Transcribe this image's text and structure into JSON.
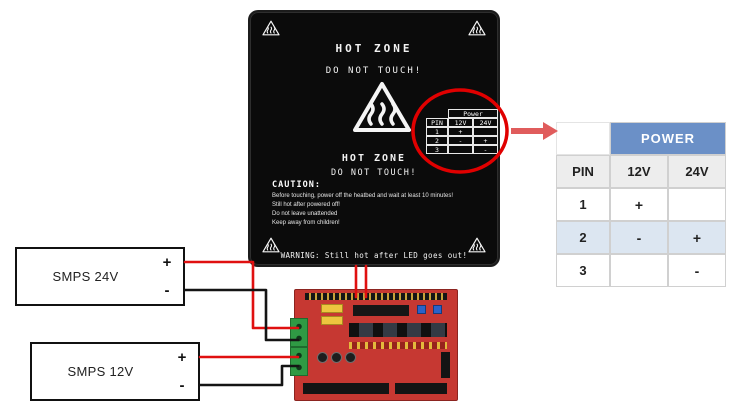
{
  "heatbed": {
    "hot_zone_top": "HOT ZONE",
    "do_not_touch_top": "DO NOT TOUCH!",
    "hot_zone_bottom": "HOT ZONE",
    "do_not_touch_bottom": "DO NOT TOUCH!",
    "caution": {
      "title": "CAUTION:",
      "lines": [
        "Before touching, power off the heatbed and wait at least 10 minutes!",
        "Still hot after powered off!",
        "Do not leave unattended",
        "Keep away from children!"
      ]
    },
    "warning_bottom": "WARNING: Still hot after LED goes out!",
    "power_table": {
      "title": "Power",
      "col_headers": [
        "PIN",
        "12V",
        "24V"
      ],
      "rows": [
        {
          "pin": "1",
          "v12": "+",
          "v24": ""
        },
        {
          "pin": "2",
          "v12": "-",
          "v24": "+"
        },
        {
          "pin": "3",
          "v12": "",
          "v24": "-"
        }
      ]
    }
  },
  "power_table_large": {
    "title": "POWER",
    "col_headers": [
      "PIN",
      "12V",
      "24V"
    ],
    "rows": [
      {
        "pin": "1",
        "v12": "+",
        "v24": ""
      },
      {
        "pin": "2",
        "v12": "-",
        "v24": "+"
      },
      {
        "pin": "3",
        "v12": "",
        "v24": "-"
      }
    ],
    "header_bg": "#6b90c7",
    "band_bg": "#dce6f1",
    "pin_row_bg": "#ededed"
  },
  "power_supplies": [
    {
      "label": "SMPS 24V",
      "plus": "+",
      "minus": "-"
    },
    {
      "label": "SMPS 12V",
      "plus": "+",
      "minus": "-"
    }
  ],
  "annotation": {
    "highlight_circle_color": "#e00000",
    "arrow_color": "#e05c5c"
  },
  "wires": {
    "positive_color": "#e01010",
    "negative_color": "#141414"
  }
}
